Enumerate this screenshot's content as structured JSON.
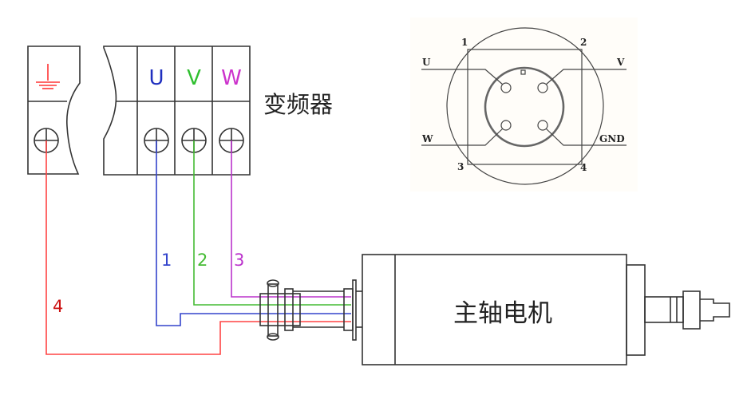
{
  "inverter": {
    "title": "变频器",
    "ground_symbol": "ground-icon",
    "terminals": [
      {
        "label": "U",
        "color": "#1f2fbf"
      },
      {
        "label": "V",
        "color": "#2fbf2f"
      },
      {
        "label": "W",
        "color": "#cc33cc"
      }
    ]
  },
  "wires": [
    {
      "number": "1",
      "phase": "U",
      "color": "#3344cc"
    },
    {
      "number": "2",
      "phase": "V",
      "color": "#44bb33"
    },
    {
      "number": "3",
      "phase": "W",
      "color": "#bb33cc"
    },
    {
      "number": "4",
      "phase": "GND",
      "color": "#ff4444",
      "label_color": "#cc1111"
    }
  ],
  "motor": {
    "title": "主轴电机"
  },
  "connector": {
    "pin_numbers": [
      "1",
      "2",
      "3",
      "4"
    ],
    "labels": {
      "left_top": "U",
      "right_top": "V",
      "left_bottom": "W",
      "right_bottom": "GND"
    }
  }
}
